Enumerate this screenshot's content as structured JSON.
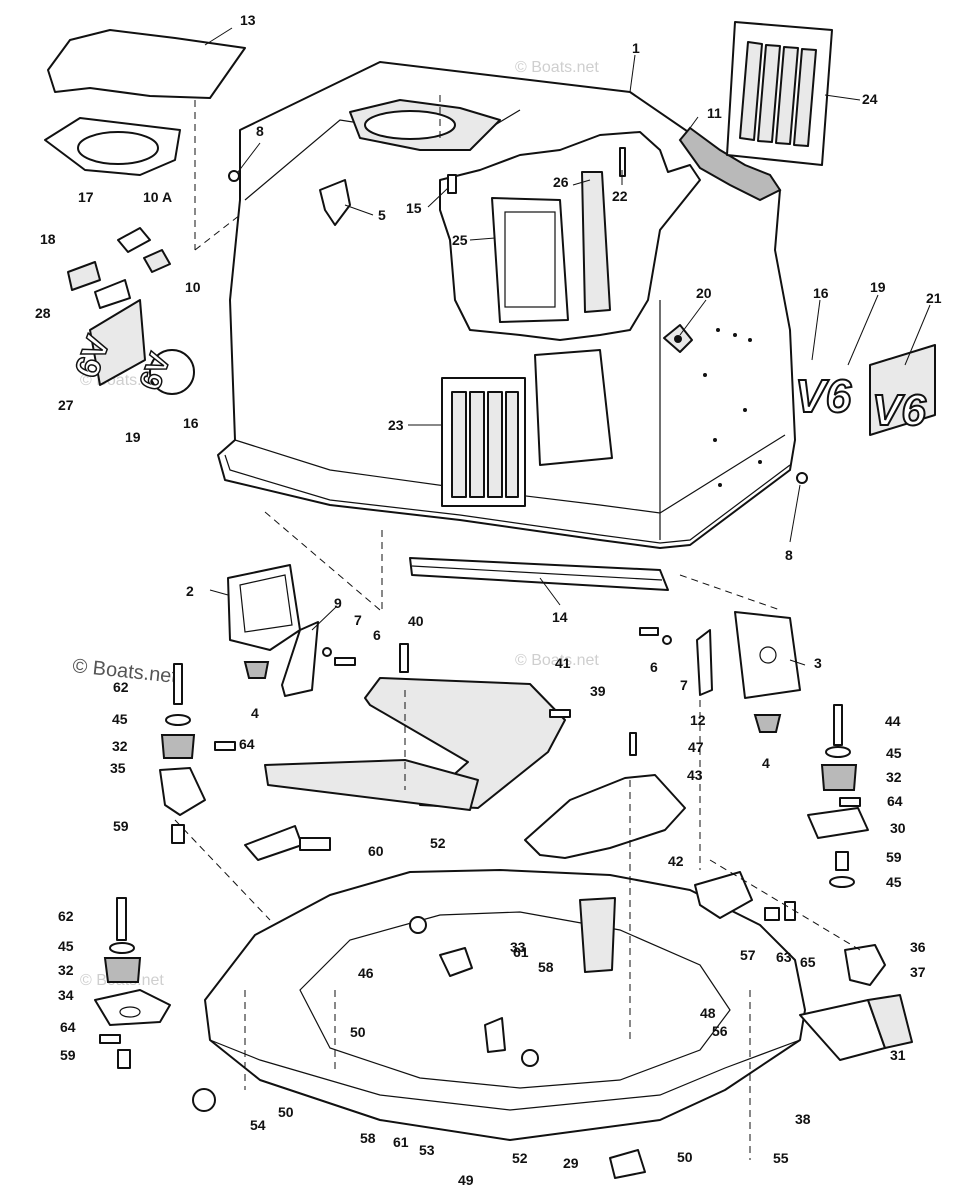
{
  "watermark": {
    "text": "© Boats.net",
    "repeat": "© Boats.net"
  },
  "callouts": [
    {
      "id": "c1",
      "text": "1"
    },
    {
      "id": "c2",
      "text": "2"
    },
    {
      "id": "c3",
      "text": "3"
    },
    {
      "id": "c4a",
      "text": "4"
    },
    {
      "id": "c4b",
      "text": "4"
    },
    {
      "id": "c5",
      "text": "5"
    },
    {
      "id": "c6a",
      "text": "6"
    },
    {
      "id": "c6b",
      "text": "6"
    },
    {
      "id": "c7a",
      "text": "7"
    },
    {
      "id": "c7b",
      "text": "7"
    },
    {
      "id": "c8a",
      "text": "8"
    },
    {
      "id": "c8b",
      "text": "8"
    },
    {
      "id": "c9",
      "text": "9"
    },
    {
      "id": "c10",
      "text": "10"
    },
    {
      "id": "c10A",
      "text": "10 A"
    },
    {
      "id": "c11",
      "text": "11"
    },
    {
      "id": "c12",
      "text": "12"
    },
    {
      "id": "c13",
      "text": "13"
    },
    {
      "id": "c14",
      "text": "14"
    },
    {
      "id": "c15",
      "text": "15"
    },
    {
      "id": "c16a",
      "text": "16"
    },
    {
      "id": "c16b",
      "text": "16"
    },
    {
      "id": "c17",
      "text": "17"
    },
    {
      "id": "c18",
      "text": "18"
    },
    {
      "id": "c19a",
      "text": "19"
    },
    {
      "id": "c19b",
      "text": "19"
    },
    {
      "id": "c20",
      "text": "20"
    },
    {
      "id": "c21",
      "text": "21"
    },
    {
      "id": "c22",
      "text": "22"
    },
    {
      "id": "c23",
      "text": "23"
    },
    {
      "id": "c24",
      "text": "24"
    },
    {
      "id": "c25",
      "text": "25"
    },
    {
      "id": "c26",
      "text": "26"
    },
    {
      "id": "c27",
      "text": "27"
    },
    {
      "id": "c28",
      "text": "28"
    },
    {
      "id": "c29",
      "text": "29"
    },
    {
      "id": "c30",
      "text": "30"
    },
    {
      "id": "c31",
      "text": "31"
    },
    {
      "id": "c32a",
      "text": "32"
    },
    {
      "id": "c32b",
      "text": "32"
    },
    {
      "id": "c32c",
      "text": "32"
    },
    {
      "id": "c33",
      "text": "33"
    },
    {
      "id": "c34",
      "text": "34"
    },
    {
      "id": "c35",
      "text": "35"
    },
    {
      "id": "c36",
      "text": "36"
    },
    {
      "id": "c37",
      "text": "37"
    },
    {
      "id": "c38",
      "text": "38"
    },
    {
      "id": "c39",
      "text": "39"
    },
    {
      "id": "c40",
      "text": "40"
    },
    {
      "id": "c41",
      "text": "41"
    },
    {
      "id": "c42",
      "text": "42"
    },
    {
      "id": "c43",
      "text": "43"
    },
    {
      "id": "c44",
      "text": "44"
    },
    {
      "id": "c45a",
      "text": "45"
    },
    {
      "id": "c45b",
      "text": "45"
    },
    {
      "id": "c45c",
      "text": "45"
    },
    {
      "id": "c45d",
      "text": "45"
    },
    {
      "id": "c46",
      "text": "46"
    },
    {
      "id": "c47",
      "text": "47"
    },
    {
      "id": "c48",
      "text": "48"
    },
    {
      "id": "c49",
      "text": "49"
    },
    {
      "id": "c50a",
      "text": "50"
    },
    {
      "id": "c50b",
      "text": "50"
    },
    {
      "id": "c50c",
      "text": "50"
    },
    {
      "id": "c52a",
      "text": "52"
    },
    {
      "id": "c52b",
      "text": "52"
    },
    {
      "id": "c53",
      "text": "53"
    },
    {
      "id": "c54",
      "text": "54"
    },
    {
      "id": "c55",
      "text": "55"
    },
    {
      "id": "c56",
      "text": "56"
    },
    {
      "id": "c57",
      "text": "57"
    },
    {
      "id": "c58a",
      "text": "58"
    },
    {
      "id": "c58b",
      "text": "58"
    },
    {
      "id": "c59a",
      "text": "59"
    },
    {
      "id": "c59b",
      "text": "59"
    },
    {
      "id": "c59c",
      "text": "59"
    },
    {
      "id": "c60",
      "text": "60"
    },
    {
      "id": "c61a",
      "text": "61"
    },
    {
      "id": "c61b",
      "text": "61"
    },
    {
      "id": "c62a",
      "text": "62"
    },
    {
      "id": "c62b",
      "text": "62"
    },
    {
      "id": "c63",
      "text": "63"
    },
    {
      "id": "c64a",
      "text": "64"
    },
    {
      "id": "c64b",
      "text": "64"
    },
    {
      "id": "c64c",
      "text": "64"
    },
    {
      "id": "c65",
      "text": "65"
    }
  ],
  "decals": {
    "v6_text": "V6",
    "v6_outline_text": "V6",
    "v6_rotated_a": "6V",
    "v6_rotated_b": "6V"
  }
}
